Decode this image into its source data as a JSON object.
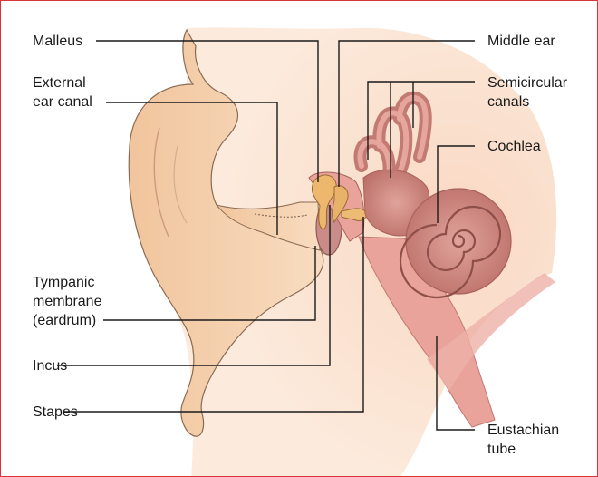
{
  "labels": {
    "malleus": "Malleus",
    "external_ear_canal": [
      "External",
      "ear canal"
    ],
    "tympanic_membrane": [
      "Tympanic",
      "membrane",
      "(eardrum)"
    ],
    "incus": "Incus",
    "stapes": "Stapes",
    "middle_ear": "Middle ear",
    "semicircular_canals": [
      "Semicircular",
      "canals"
    ],
    "cochlea": "Cochlea",
    "eustachian_tube": [
      "Eustachian",
      "tube"
    ]
  },
  "colors": {
    "border": "#d9343a",
    "background": "#ffffff",
    "skin_region": "#fbe3d2",
    "outer_ear": "#f6d6b6",
    "canal": "#f3cba6",
    "inner_ear": "#cf8a82",
    "inner_ear_dark": "#a9605a",
    "tube": "#e9a39a",
    "ossicles": "#e9b26a",
    "leader_line": "#1a1a1a",
    "text": "#1a1a1a"
  }
}
